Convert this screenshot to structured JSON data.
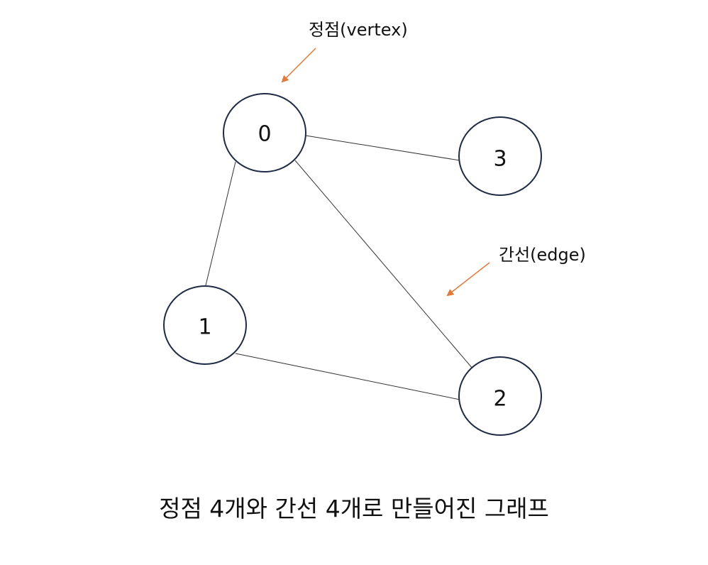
{
  "colors": {
    "accent": "#e07b39",
    "node_stroke": "#1f2a44",
    "edge": "#333333"
  },
  "nodes": [
    {
      "id": "0",
      "label": "0"
    },
    {
      "id": "1",
      "label": "1"
    },
    {
      "id": "2",
      "label": "2"
    },
    {
      "id": "3",
      "label": "3"
    }
  ],
  "edges": [
    {
      "from": "0",
      "to": "3"
    },
    {
      "from": "0",
      "to": "1"
    },
    {
      "from": "0",
      "to": "2"
    },
    {
      "from": "1",
      "to": "2"
    }
  ],
  "annotations": {
    "vertex": "정점(vertex)",
    "edge": "간선(edge)"
  },
  "caption": "정점 4개와 간선 4개로 만들어진 그래프"
}
